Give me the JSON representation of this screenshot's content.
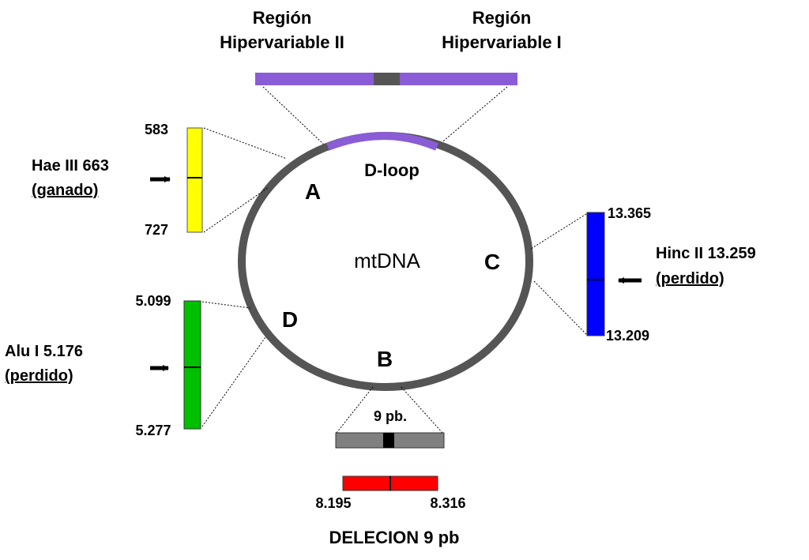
{
  "colors": {
    "ring": "#555555",
    "dloop": "#8a5cd6",
    "purple_bar": "#8a5cd6",
    "gray_seg": "#555555",
    "yellow_bar": "#ffff00",
    "blue_bar": "#0000ff",
    "green_bar": "#00c000",
    "red_bar": "#ff0000",
    "deletion_bar": "#808080"
  },
  "top": {
    "region2_line1": "Región",
    "region2_line2": "Hipervariable II",
    "region1_line1": "Región",
    "region1_line2": "Hipervariable I"
  },
  "circle": {
    "center_label": "mtDNA",
    "dloop_label": "D-loop",
    "label_a": "A",
    "label_b": "B",
    "label_c": "C",
    "label_d": "D"
  },
  "site_a": {
    "top_num": "583",
    "bottom_num": "727",
    "enzyme": "Hae III 663",
    "status": "(ganado)"
  },
  "site_c": {
    "top_num": "13.365",
    "bottom_num": "13.209",
    "enzyme": "Hinc II 13.259",
    "status": "(perdido)"
  },
  "site_d": {
    "top_num": "5.099",
    "bottom_num": "5.277",
    "enzyme": "Alu I 5.176",
    "status": "(perdido)"
  },
  "site_b": {
    "deletion_small": "9 pb.",
    "left_num": "8.195",
    "right_num": "8.316",
    "caption": "DELECION 9 pb"
  }
}
